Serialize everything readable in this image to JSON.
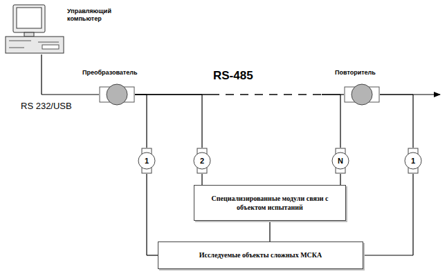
{
  "diagram": {
    "nodes": [
      {
        "text": [
          "Управляющий компьютер"
        ]
      },
      {
        "text": [
          "Преобразователь"
        ]
      },
      {
        "text": [
          "Повторитель"
        ]
      },
      {
        "text": [
          "1"
        ]
      },
      {
        "text": [
          "2"
        ]
      },
      {
        "text": [
          "N"
        ]
      },
      {
        "text": [
          "1"
        ]
      },
      {
        "text": [
          "Специализированные модули связи с объектом испытаний"
        ]
      },
      {
        "text": [
          "Исследуемые объекты сложных МСКА"
        ]
      }
    ],
    "edges": [
      {
        "from": 0,
        "to": 1,
        "arrow": "none"
      },
      {
        "from": 1,
        "to": 3,
        "arrow": "none"
      },
      {
        "from": 1,
        "to": 4,
        "arrow": "none"
      },
      {
        "from": 1,
        "to": 5,
        "arrow": "none"
      },
      {
        "from": 1,
        "to": 2,
        "arrow": "none"
      },
      {
        "from": 2,
        "to": 6,
        "arrow": "none"
      },
      {
        "from": 3,
        "to": 8,
        "arrow": "none"
      },
      {
        "from": 4,
        "to": 7,
        "arrow": "none"
      },
      {
        "from": 5,
        "to": 7,
        "arrow": "none"
      },
      {
        "from": 6,
        "to": 8,
        "arrow": "none"
      },
      {
        "from": 7,
        "to": 8,
        "arrow": "none"
      }
    ],
    "labels": [
      "RS 232/USB",
      "RS-485"
    ]
  }
}
